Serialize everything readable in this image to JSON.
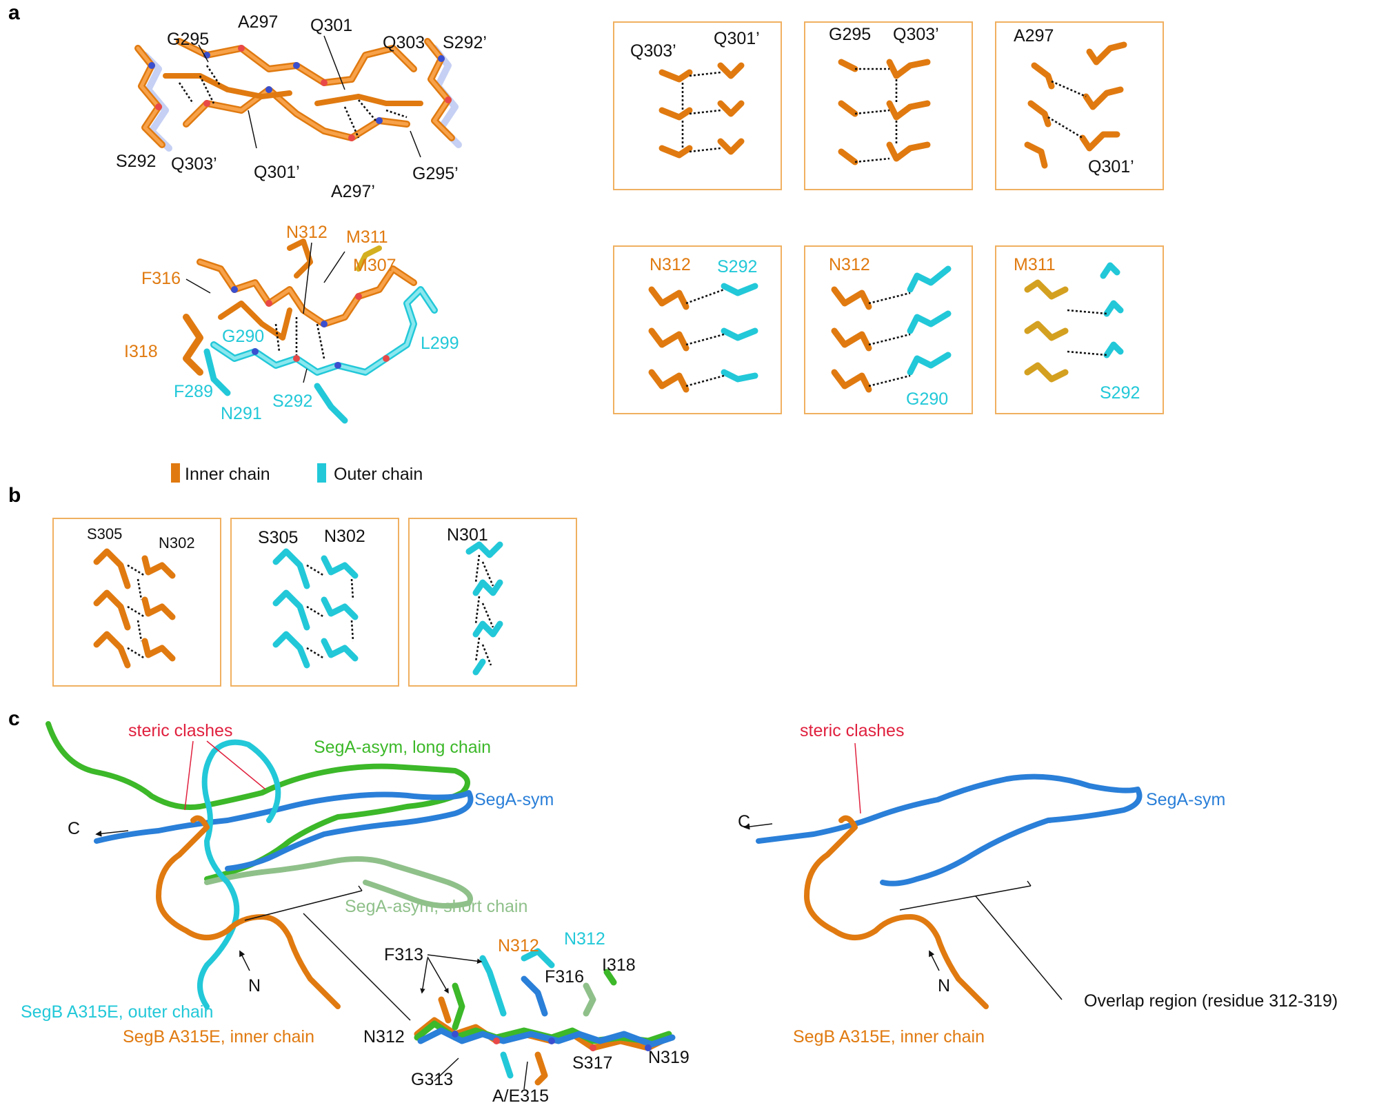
{
  "panels": {
    "a": {
      "letter": "a",
      "top_structure_labels": [
        "G295",
        "A297",
        "Q301",
        "Q303",
        "S292’",
        "S292",
        "Q303’",
        "Q301’",
        "A297’",
        "G295’"
      ],
      "top_insets": [
        {
          "labels": [
            "Q303’",
            "Q301’"
          ]
        },
        {
          "labels": [
            "G295",
            "Q303’"
          ]
        },
        {
          "labels": [
            "A297",
            "Q301’"
          ]
        }
      ],
      "bottom_structure_labels": {
        "orange": [
          "N312",
          "M311",
          "M307",
          "F316",
          "I318"
        ],
        "cyan": [
          "G290",
          "L299",
          "F289",
          "N291",
          "S292"
        ]
      },
      "bottom_insets": [
        {
          "orange": "N312",
          "cyan": "S292"
        },
        {
          "orange": "N312",
          "cyan": "G290"
        },
        {
          "orange": "M311",
          "cyan": "S292"
        }
      ],
      "legend": {
        "inner": "Inner chain",
        "outer": "Outer chain"
      }
    },
    "b": {
      "letter": "b",
      "insets": [
        {
          "labels": [
            "S305",
            "N302"
          ]
        },
        {
          "labels": [
            "S305",
            "N302"
          ]
        },
        {
          "labels": [
            "N301"
          ]
        }
      ]
    },
    "c": {
      "letter": "c",
      "left": {
        "clash": "steric clashes",
        "long_chain": "SegA-asym, long chain",
        "sym": "SegA-sym",
        "short_chain": "SegA-asym, short chain",
        "c_term": "C",
        "n_term": "N",
        "outer": "SegB A315E, outer chain",
        "inner": "SegB A315E, inner chain"
      },
      "zoom_labels": {
        "f313": "F313",
        "n312_o": "N312",
        "n312_c": "N312",
        "f316": "F316",
        "i318": "I318",
        "n312": "N312",
        "g313": "G313",
        "ae315": "A/E315",
        "s317": "S317",
        "n319": "N319"
      },
      "right": {
        "clash": "steric clashes",
        "sym": "SegA-sym",
        "c_term": "C",
        "n_term": "N",
        "overlap": "Overlap region (residue 312-319)",
        "inner": "SegB A315E, inner chain"
      }
    }
  },
  "colors": {
    "inner_chain": "#e07a10",
    "outer_chain": "#22c8d8",
    "sega_asym_long": "#3cb829",
    "sega_sym": "#2a7fd8",
    "sega_asym_short": "#8fc08a",
    "steric_clash": "#e0203e",
    "inset_border": "#f0b060"
  }
}
